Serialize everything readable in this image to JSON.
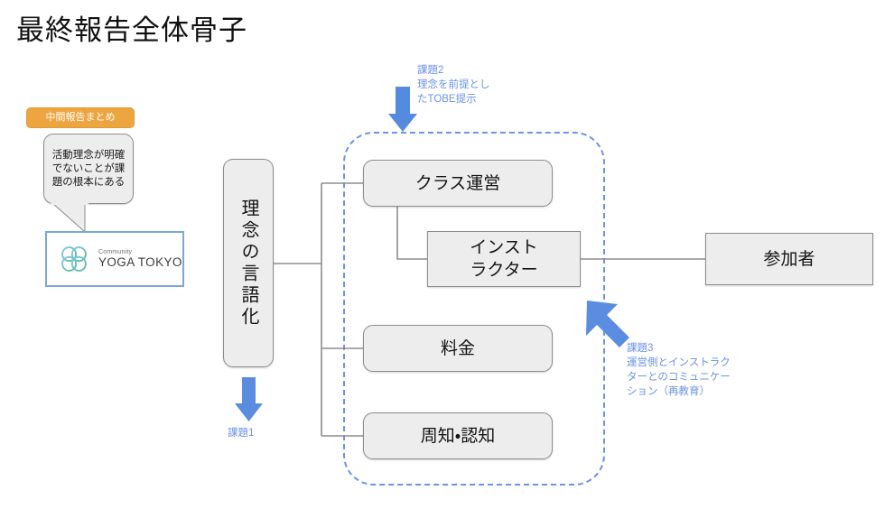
{
  "page": {
    "title": "最終報告全体骨子",
    "background_color": "#ffffff"
  },
  "colors": {
    "accent_blue": "#6b93e6",
    "badge_orange": "#eda53f",
    "node_fill": "#ededed",
    "node_border": "#8d8d8d",
    "logo_card_border": "#7ba7db",
    "text": "#141414"
  },
  "midterm_summary": {
    "badge_label": "中間報告まとめ",
    "callout_text": "活動理念が明確でないことが課題の根本にある"
  },
  "logo_card": {
    "icon_name": "four-circles-logo",
    "tagline": "Community",
    "name": "YOGA TOKYO"
  },
  "central_node": {
    "label": "理念の言語化",
    "orientation": "vertical"
  },
  "nodes": [
    {
      "id": "class",
      "label": "クラス運営",
      "shape": "rounded"
    },
    {
      "id": "instructor",
      "label": "インストラクター",
      "shape": "square",
      "line1": "インスト",
      "line2": "ラクター"
    },
    {
      "id": "fee",
      "label": "料金",
      "shape": "rounded"
    },
    {
      "id": "awareness",
      "label": "周知・認知",
      "shape": "rounded"
    },
    {
      "id": "participant",
      "label": "参加者",
      "shape": "square"
    }
  ],
  "annotations": {
    "task1": {
      "label": "課題1",
      "arrow_icon": "arrow-down-icon",
      "arrow_direction": "down"
    },
    "task2": {
      "text": "課題2\n理念を前提とし\nたTOBE提示",
      "arrow_icon": "arrow-down-icon",
      "arrow_direction": "down"
    },
    "task3": {
      "text": "課題3\n運営側とインストラク\nターとのコミュニケー\nション（再教育）",
      "arrow_icon": "arrow-up-left-icon",
      "arrow_direction": "up-left"
    }
  },
  "scope_region": {
    "name": "dashed-scope-boundary",
    "style": "dashed-rounded-rectangle"
  }
}
